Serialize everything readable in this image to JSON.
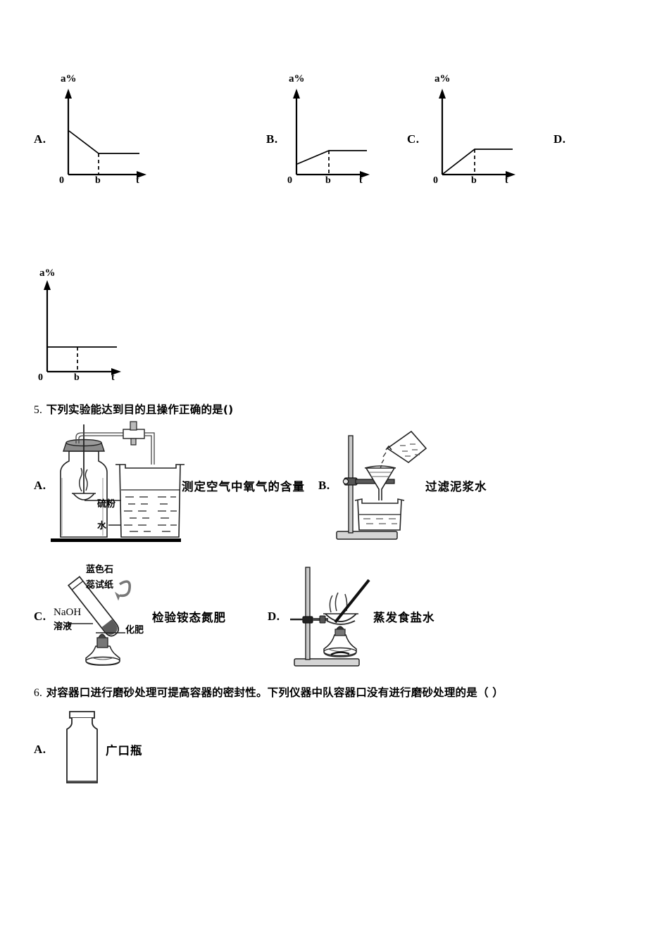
{
  "document": {
    "type": "chemistry-exam-worksheet",
    "language": "zh-CN"
  },
  "graph_options": {
    "axis_y_label": "a%",
    "axis_x_label": "t",
    "origin_label": "0",
    "tick_label": "b",
    "items": [
      {
        "letter": "A.",
        "shape": "decreasing-then-flat",
        "description": "starts high, decreases linearly until t=b, then constant"
      },
      {
        "letter": "B.",
        "shape": "increasing-from-positive-then-flat",
        "description": "starts at small positive value, increases until t=b, then constant"
      },
      {
        "letter": "C.",
        "shape": "increasing-from-origin-then-flat",
        "description": "starts at 0, increases until t=b, then constant"
      },
      {
        "letter": "D.",
        "shape": "constant",
        "description": "horizontal line, constant for all t"
      }
    ]
  },
  "chart_data": [
    {
      "type": "line",
      "label": "A",
      "title": "",
      "xlabel": "t",
      "ylabel": "a%",
      "xticks": [
        "0",
        "b"
      ],
      "x": [
        0,
        1,
        2.6
      ],
      "y": [
        0.62,
        0.31,
        0.31
      ],
      "xlim": [
        0,
        2.9
      ],
      "ylim": [
        0,
        1
      ],
      "grid": false
    },
    {
      "type": "line",
      "label": "B",
      "title": "",
      "xlabel": "t",
      "ylabel": "a%",
      "xticks": [
        "0",
        "b"
      ],
      "x": [
        0,
        1,
        2.6
      ],
      "y": [
        0.12,
        0.31,
        0.31
      ],
      "xlim": [
        0,
        2.9
      ],
      "ylim": [
        0,
        1
      ],
      "grid": false
    },
    {
      "type": "line",
      "label": "C",
      "title": "",
      "xlabel": "t",
      "ylabel": "a%",
      "xticks": [
        "0",
        "b"
      ],
      "x": [
        0,
        1,
        2.6
      ],
      "y": [
        0,
        0.36,
        0.36
      ],
      "xlim": [
        0,
        2.9
      ],
      "ylim": [
        0,
        1
      ],
      "grid": false
    },
    {
      "type": "line",
      "label": "D",
      "title": "",
      "xlabel": "t",
      "ylabel": "a%",
      "xticks": [
        "0",
        "b"
      ],
      "x": [
        0,
        1,
        2.6
      ],
      "y": [
        0.3,
        0.3,
        0.3
      ],
      "xlim": [
        0,
        2.9
      ],
      "ylim": [
        0,
        1
      ],
      "grid": false
    }
  ],
  "question5": {
    "number": "5.",
    "text": "下列实验能达到目的且操作正确的是()",
    "options": [
      {
        "letter": "A.",
        "caption": "测定空气中氧气的含量",
        "labels": [
          "硫粉",
          "水"
        ],
        "apparatus": "sealed-flask-with-burning-sulfur-and-beaker-of-water"
      },
      {
        "letter": "B.",
        "caption": "过滤泥浆水",
        "labels": [],
        "apparatus": "filter-funnel-on-iron-stand-with-beaker"
      },
      {
        "letter": "C.",
        "caption": "检验铵态氮肥",
        "labels": [
          "蓝色石",
          "蕊试纸",
          "NaOH",
          "溶液",
          "化肥"
        ],
        "apparatus": "test-tube-on-alcohol-lamp-with-litmus-paper"
      },
      {
        "letter": "D.",
        "caption": "蒸发食盐水",
        "labels": [],
        "apparatus": "evaporating-dish-on-iron-ring-with-alcohol-lamp-and-glass-rod"
      }
    ]
  },
  "question6": {
    "number": "6.",
    "text": "对容器口进行磨砂处理可提高容器的密封性。下列仪器中队容器口没有进行磨砂处理的是（    ）",
    "options": [
      {
        "letter": "A.",
        "caption": "广口瓶",
        "apparatus": "wide-mouth-bottle"
      }
    ]
  },
  "colors": {
    "ink": "#000000",
    "paper": "#ffffff",
    "glass_stroke": "#1a1a1a",
    "fill_light": "#e8e8e8",
    "fill_mid": "#bbbbbb",
    "fill_dark": "#555555"
  }
}
